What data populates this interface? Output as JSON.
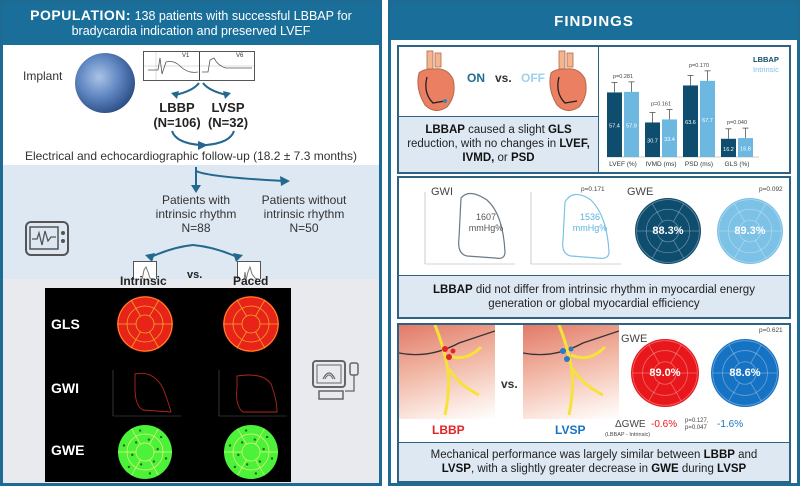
{
  "population": {
    "header_strong": "POPULATION:",
    "header_text": "138 patients with successful LBBAP for bradycardia indication and preserved LVEF",
    "implant_label": "Implant",
    "ecg_leads": [
      "V1",
      "V6"
    ],
    "groups": [
      {
        "name": "LBBP",
        "n": "(N=106)"
      },
      {
        "name": "LVSP",
        "n": "(N=32)"
      }
    ],
    "followup": "Electrical and echocardiographic follow-up (18.2 ± 7.3 months)",
    "with_rhythm": {
      "line1": "Patients with",
      "line2": "intrinsic rhythm",
      "n": "N=88"
    },
    "without_rhythm": {
      "line1": "Patients without",
      "line2": "intrinsic rhythm",
      "n": "N=50"
    },
    "compare": {
      "left": "Intrinsic",
      "vs": "vs.",
      "right": "Paced"
    },
    "rows": [
      "GLS",
      "GWI",
      "GWE"
    ]
  },
  "findings": {
    "header": "FINDINGS",
    "sec1": {
      "on": "ON",
      "vs": "vs.",
      "off": "OFF",
      "summary_html_parts": [
        "LBBAP",
        " caused a slight ",
        "GLS",
        " reduction, with no changes in ",
        "LVEF, IVMD,",
        " or ",
        "PSD"
      ],
      "legend": {
        "a": "LBBAP",
        "b": "Intrinsic"
      }
    },
    "sec2": {
      "gwi_label": "GWI",
      "gwi_a_value": "1607",
      "gwi_a_unit": "mmHg%",
      "gwi_b_value": "1536",
      "gwi_b_unit": "mmHg%",
      "gwi_p": "p=0.171",
      "gwe_label": "GWE",
      "gwe_a": "88.3%",
      "gwe_b": "89.3%",
      "gwe_p": "p=0.092",
      "summary_parts": [
        "LBBAP",
        " did not differ from intrinsic rhythm in myocardial energy generation or global myocardial efficiency"
      ]
    },
    "sec3": {
      "lbbp": "LBBP",
      "vs": "vs.",
      "lvsp": "LVSP",
      "gwe_label": "GWE",
      "gwe_lbbp": "89.0%",
      "gwe_lvsp": "88.6%",
      "gwe_p": "p=0.621",
      "delta_label": "ΔGWE",
      "delta_sub": "(LBBAP - Intrinsic)",
      "delta_lbbp": "-0.6%",
      "delta_p1": "p=0.127,",
      "delta_p2": "p=0.047",
      "delta_lvsp": "-1.6%",
      "summary_parts": [
        "Mechanical performance was largely similar between ",
        "LBBP",
        " and ",
        "LVSP",
        ", with a slightly greater decrease in ",
        "GWE",
        " during ",
        "LVSP"
      ]
    },
    "colors": {
      "dark": "#0e4d6e",
      "light": "#6cb8e0",
      "red": "#e8171b",
      "blue": "#1673c4"
    }
  },
  "chart_data": {
    "type": "bar",
    "title": "",
    "categories": [
      "LVEF (%)",
      "IVMD (ms)",
      "PSD (ms)",
      "GLS (%)"
    ],
    "series": [
      {
        "name": "LBBAP",
        "values": [
          57.4,
          30.7,
          63.6,
          16.2
        ]
      },
      {
        "name": "Intrinsic",
        "values": [
          57.9,
          33.4,
          67.7,
          16.8
        ]
      }
    ],
    "p_values": [
      "p=0.281",
      "p=0.161",
      "p=0.170",
      "p=0.040"
    ],
    "xlabel": "",
    "ylabel": "",
    "ylim": [
      0,
      80
    ],
    "legend": "top-right",
    "grid": false
  }
}
